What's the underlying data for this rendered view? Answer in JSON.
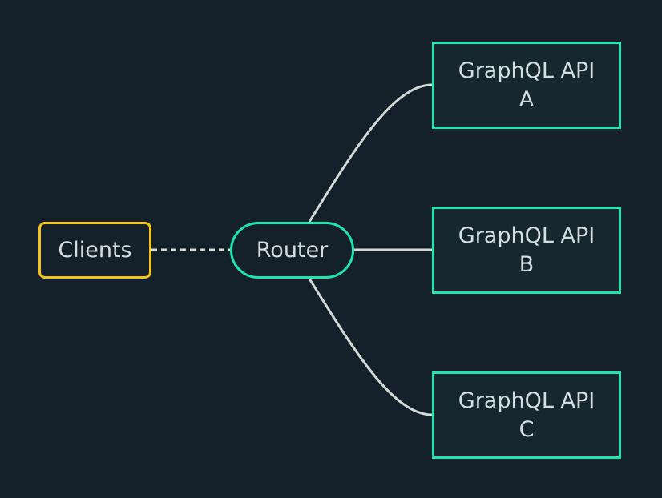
{
  "diagram": {
    "nodes": {
      "clients": "Clients",
      "router": "Router",
      "api_a": [
        "GraphQL API",
        "A"
      ],
      "api_b": [
        "GraphQL API",
        "B"
      ],
      "api_c": [
        "GraphQL API",
        "C"
      ]
    },
    "edges": [
      {
        "from": "clients",
        "to": "router",
        "style": "dashed"
      },
      {
        "from": "router",
        "to": "api_a",
        "style": "solid"
      },
      {
        "from": "router",
        "to": "api_b",
        "style": "solid"
      },
      {
        "from": "router",
        "to": "api_c",
        "style": "solid"
      }
    ],
    "colors": {
      "background": "#15212a",
      "clients_border": "#f5c419",
      "service_border": "#1de6b1",
      "edge": "#d5d9d6",
      "text": "#d5dde2"
    }
  }
}
